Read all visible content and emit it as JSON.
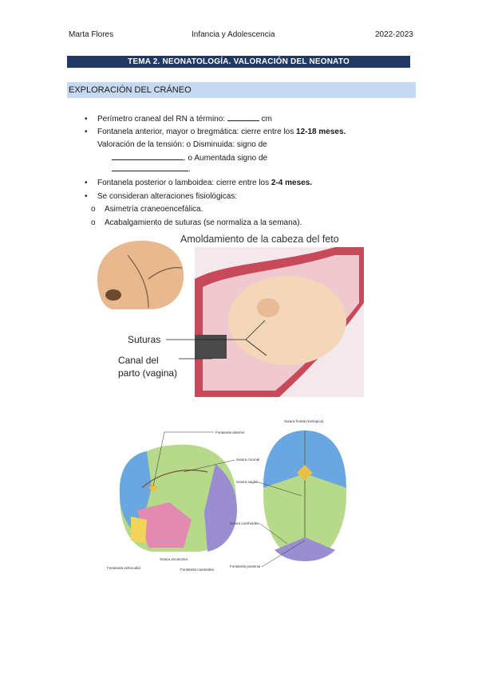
{
  "header": {
    "author": "Marta Flores",
    "subject": "Infancia y Adolescencia",
    "year": "2022-2023"
  },
  "title": "TEMA 2. NEONATOLOGÍA. VALORACIÓN DEL NEONATO",
  "section": "EXPLORACIÓN DEL CRÁNEO",
  "bullets": {
    "b1": "Perímetro craneal del RN a término:",
    "b1_unit": "cm",
    "b2_pre": "Fontanela anterior, mayor o bregmática: cierre entre los ",
    "b2_bold": "12-18 meses.",
    "b2_line2": "Valoración de la tensión: o Disminuida:  signo de",
    "b2_line3": ".  o  Aumentada  signo  de",
    "b2_end": ".",
    "b3_pre": "Fontanela posterior o lamboidea: cierre entre los ",
    "b3_bold": "2-4 meses.",
    "b4": "Se consideran alteraciones fisiológicas:",
    "s1": "Asimetría craneoencefálica.",
    "s2": "Acabalgamiento de suturas (se normaliza a la semana).",
    "bullet_char": "•",
    "sub_char": "o"
  },
  "figure1": {
    "title": "Amoldamiento de la cabeza del feto",
    "label_sutures": "Suturas",
    "label_canal_1": "Canal del",
    "label_canal_2": "parto (vagina)"
  },
  "figure2": {
    "fontanela_anterior": "Fontanela anterior",
    "sutura_coronal": "Sutura coronal",
    "sutura_escamosa": "Sutura escamosa",
    "fontanela_esfenoidal": "Fontanela esfenoidal",
    "fontanela_mastoidea": "Fontanela mastoidea",
    "sutura_frontal": "Sutura frontal (metópica)",
    "sutura_sagital": "Sutura sagital",
    "sutura_lamboidea": "Sutura Lamboidea",
    "fontanela_posterior": "Fontanela posterior"
  }
}
